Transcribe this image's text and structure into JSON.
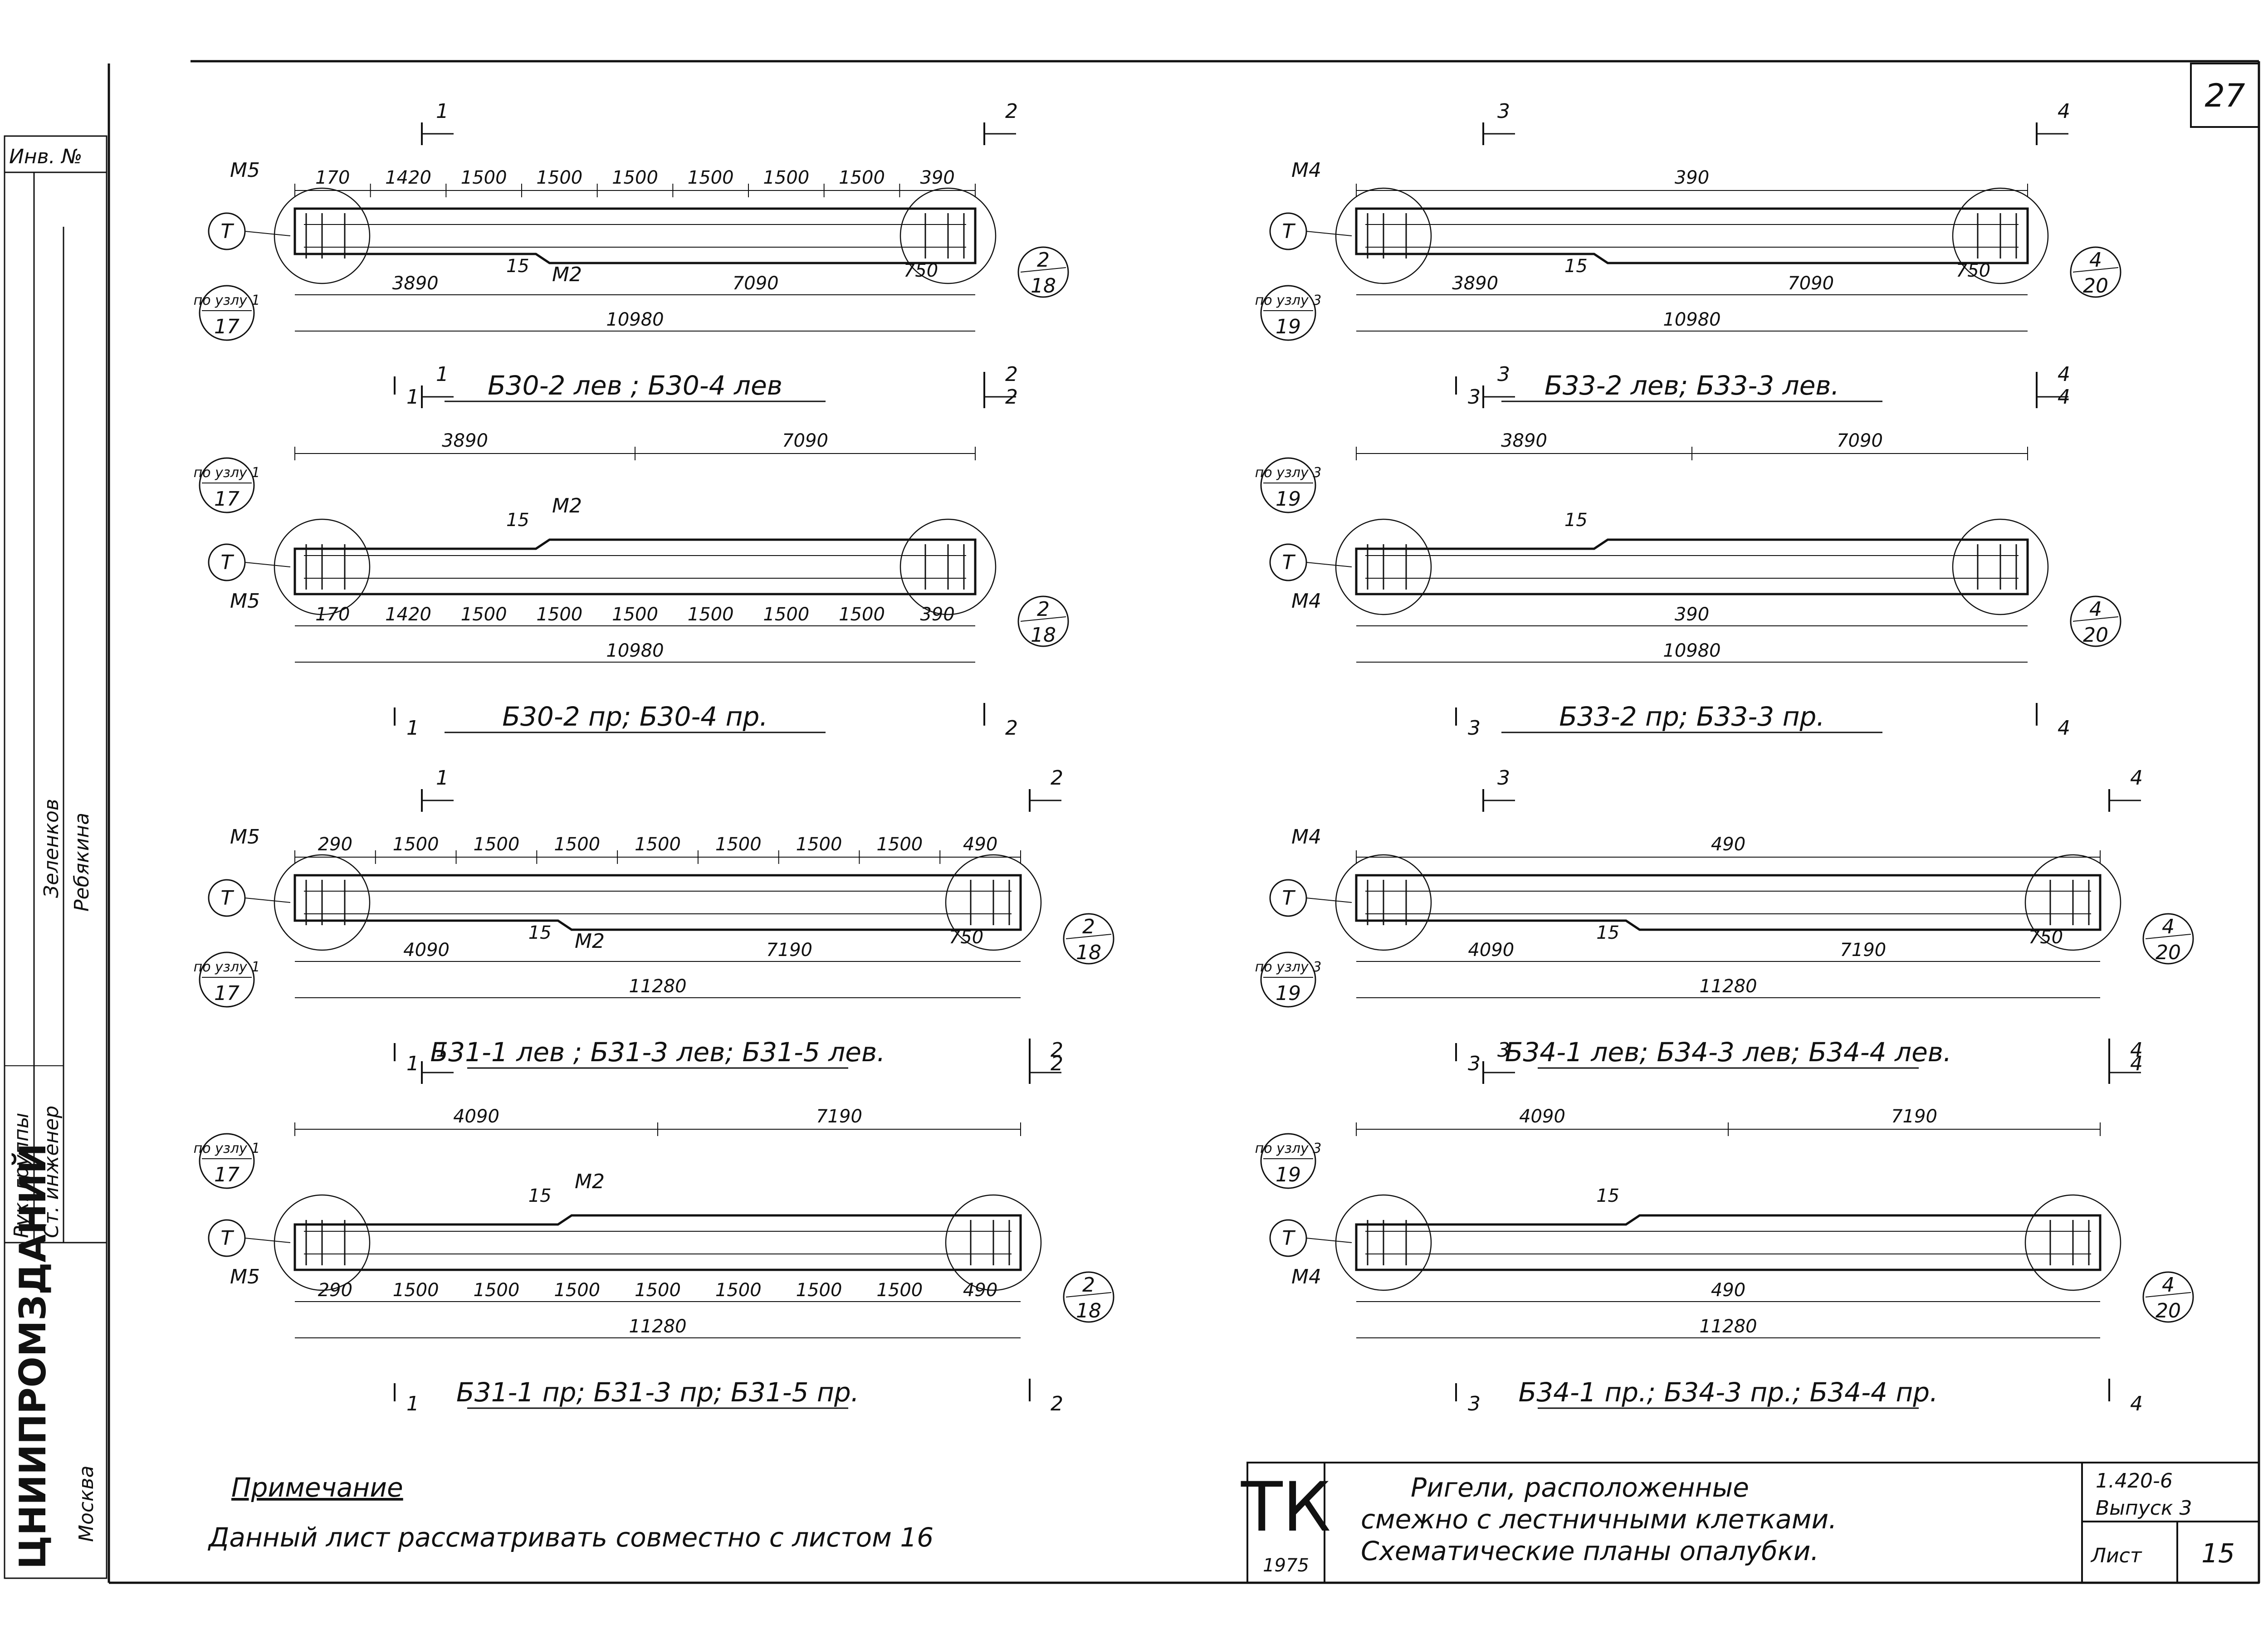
{
  "sheet_number": "27",
  "side_stamp": {
    "inv_no": "Инв. №",
    "role_head": "Рук. группы",
    "role_engineer": "Ст. инженер",
    "name_1": "Зеленков",
    "name_2": "Ребякина",
    "org": "ЦНИИПРОМЗДАНИЙ",
    "city": "Москва"
  },
  "panels": [
    {
      "title": "Б30-2 лев ; Б30-4 лев",
      "section_left": "1",
      "section_right": "2",
      "top_dims": [
        "170",
        "1420",
        "1500",
        "1500",
        "1500",
        "1500",
        "1500",
        "1500",
        "390"
      ],
      "part_dims": [
        "3890",
        "7090"
      ],
      "total": "10980",
      "step": "15",
      "end": "750",
      "marks": [
        "М5",
        "М2",
        "Т"
      ],
      "node_left": [
        "по узлу 1",
        "17"
      ],
      "node_right": [
        "2",
        "18"
      ]
    },
    {
      "title": "Б30-2 пр; Б30-4 пр.",
      "section_left": "1",
      "section_right": "2",
      "top_dims": [
        "3890",
        "7090"
      ],
      "bottom_dims": [
        "170",
        "1420",
        "1500",
        "1500",
        "1500",
        "1500",
        "1500",
        "1500",
        "390"
      ],
      "total": "10980",
      "step": "15",
      "marks": [
        "М5",
        "М2",
        "Т"
      ],
      "node_left": [
        "по узлу 1",
        "17"
      ],
      "node_right": [
        "2",
        "18"
      ]
    },
    {
      "title": "Б31-1 лев ; Б31-3 лев; Б31-5 лев.",
      "section_left": "1",
      "section_right": "2",
      "top_dims": [
        "290",
        "1500",
        "1500",
        "1500",
        "1500",
        "1500",
        "1500",
        "1500",
        "490"
      ],
      "part_dims": [
        "4090",
        "7190"
      ],
      "total": "11280",
      "step": "15",
      "end": "750",
      "marks": [
        "М5",
        "М2",
        "Т"
      ],
      "node_left": [
        "по узлу 1",
        "17"
      ],
      "node_right": [
        "2",
        "18"
      ]
    },
    {
      "title": "Б31-1 пр; Б31-3 пр; Б31-5 пр.",
      "section_left": "1",
      "section_right": "2",
      "top_dims": [
        "4090",
        "7190"
      ],
      "bottom_dims": [
        "290",
        "1500",
        "1500",
        "1500",
        "1500",
        "1500",
        "1500",
        "1500",
        "490"
      ],
      "total": "11280",
      "step": "15",
      "marks": [
        "М5",
        "М2",
        "Т"
      ],
      "node_left": [
        "по узлу 1",
        "17"
      ],
      "node_right": [
        "2",
        "18"
      ]
    },
    {
      "title": "Б33-2 лев; Б33-3 лев.",
      "section_left": "3",
      "section_right": "4",
      "top_dims": [
        "390"
      ],
      "part_dims": [
        "3890",
        "7090"
      ],
      "total": "10980",
      "step": "15",
      "end": "750",
      "marks": [
        "М4",
        "Т"
      ],
      "node_left": [
        "по узлу 3",
        "19"
      ],
      "node_right": [
        "4",
        "20"
      ]
    },
    {
      "title": "Б33-2 пр; Б33-3 пр.",
      "section_left": "3",
      "section_right": "4",
      "top_dims": [
        "3890",
        "7090"
      ],
      "bottom_dims": [
        "390"
      ],
      "total": "10980",
      "step": "15",
      "marks": [
        "М4",
        "Т"
      ],
      "node_left": [
        "по узлу 3",
        "19"
      ],
      "node_right": [
        "4",
        "20"
      ]
    },
    {
      "title": "Б34-1 лев; Б34-3 лев; Б34-4 лев.",
      "section_left": "3",
      "section_right": "4",
      "top_dims": [
        "490"
      ],
      "part_dims": [
        "4090",
        "7190"
      ],
      "total": "11280",
      "step": "15",
      "end": "750",
      "marks": [
        "М4",
        "Т"
      ],
      "node_left": [
        "по узлу 3",
        "19"
      ],
      "node_right": [
        "4",
        "20"
      ]
    },
    {
      "title": "Б34-1 пр.; Б34-3 пр.; Б34-4 пр.",
      "section_left": "3",
      "section_right": "4",
      "top_dims": [
        "4090",
        "7190"
      ],
      "bottom_dims": [
        "490"
      ],
      "total": "11280",
      "step": "15",
      "marks": [
        "М4",
        "Т"
      ],
      "node_left": [
        "по узлу 3",
        "19"
      ],
      "node_right": [
        "4",
        "20"
      ]
    }
  ],
  "note": {
    "heading": "Примечание",
    "text": "Данный лист рассматривать совместно с листом 16"
  },
  "title_block": {
    "code": "ТК",
    "year": "1975",
    "line1": "Ригели, расположенные",
    "line2": "смежно с лестничными клетками.",
    "line3": "Схематические планы опалубки.",
    "series": "1.420-6",
    "issue": "Выпуск 3",
    "sheet_label": "Лист",
    "sheet_no": "15"
  }
}
